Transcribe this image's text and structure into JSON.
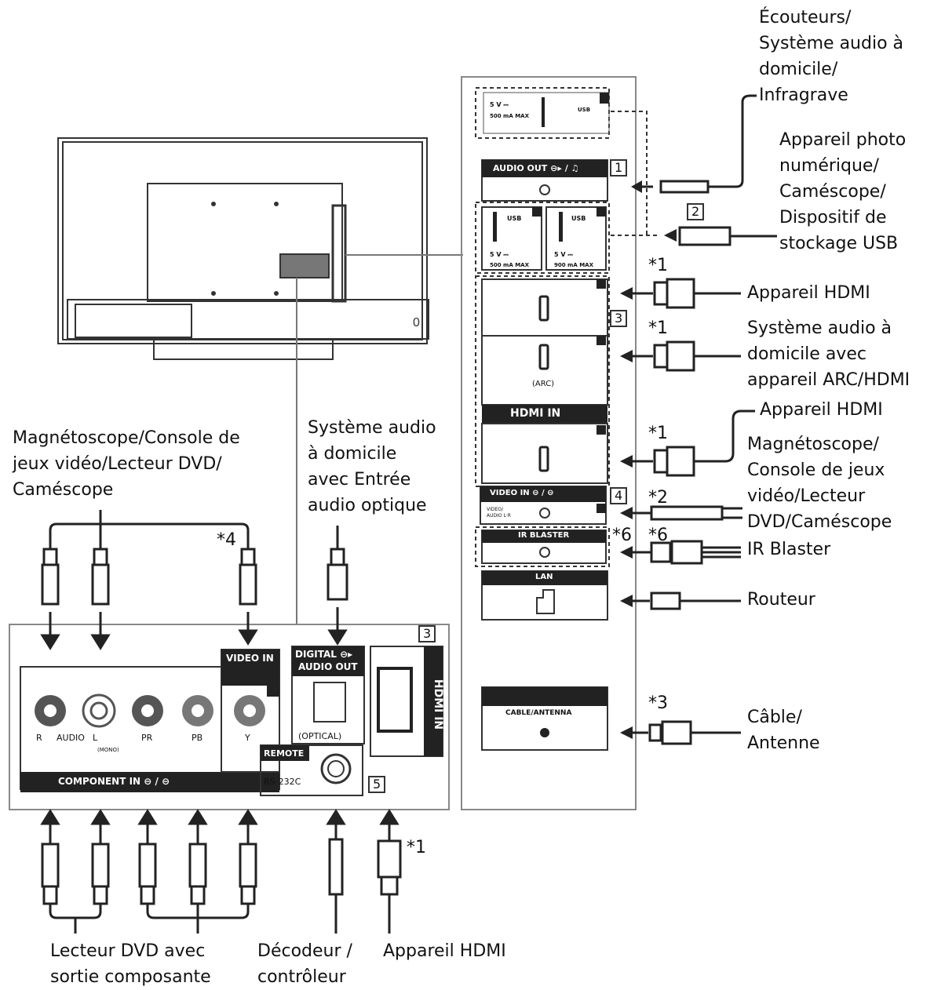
{
  "devices": {
    "headphones": [
      "Écouteurs/",
      "Système audio à",
      "domicile/",
      "Infragrave"
    ],
    "usb_devices": [
      "Appareil photo",
      "numérique/",
      "Caméscope/",
      "Dispositif de",
      "stockage USB"
    ],
    "hdmi_device_1": "Appareil HDMI",
    "arc_system": [
      "Système audio à",
      "domicile avec",
      "appareil ARC/HDMI"
    ],
    "hdmi_device_2": "Appareil HDMI",
    "video_devices_right": [
      "Magnétoscope/",
      "Console de jeux",
      "vidéo/Lecteur",
      "DVD/Caméscope"
    ],
    "ir_blaster": "IR Blaster",
    "router": "Routeur",
    "antenna": [
      "Câble/",
      "Antenne"
    ],
    "video_devices_left": [
      "Magnétoscope/Console de",
      "jeux vidéo/Lecteur DVD/",
      "Caméscope"
    ],
    "optical_system": [
      "Système audio",
      "à domicile",
      "avec Entrée",
      "audio optique"
    ],
    "dvd_component": [
      "Lecteur DVD avec",
      "sortie composante"
    ],
    "decoder": [
      "Décodeur /",
      "contrôleur"
    ],
    "hdmi_bottom": "Appareil HDMI"
  },
  "footnotes": {
    "n1": "*1",
    "n2": "*2",
    "n3": "*3",
    "n4": "*4",
    "n6": "*6"
  },
  "port_numbers": {
    "p1": "1",
    "p2": "2",
    "p3": "3",
    "p4": "4",
    "p5": "5"
  },
  "right_panel": {
    "usb1_power": "5 V ⎓",
    "usb1_current": "500 mA MAX",
    "usb1_label": "USB",
    "audio_out": "AUDIO OUT ⊖▸ / ♫",
    "usb2_label": "USB",
    "usb2_current": "500 mA MAX",
    "usb3_label": "USB",
    "usb3_current": "900 mA MAX",
    "usb_power": "5 V ⎓",
    "arc": "(ARC)",
    "hdmi_in": "HDMI IN",
    "video_in": "VIDEO IN ⊖ / ⊖",
    "video_in_sub": "VIDEO/ AUDIO L·R",
    "ir_blaster": "IR BLASTER",
    "lan": "LAN",
    "cable_antenna": "CABLE/ANTENNA"
  },
  "bottom_panel": {
    "video_in": "VIDEO IN",
    "digital_audio_out_1": "DIGITAL ⊖▸",
    "digital_audio_out_2": "AUDIO OUT",
    "optical": "(OPTICAL)",
    "component_in": "COMPONENT IN  ⊖ / ⊖",
    "audio_r": "R",
    "audio": "AUDIO",
    "audio_l": "L",
    "mono": "(MONO)",
    "pr": "PR",
    "pb": "PB",
    "y": "Y",
    "remote": "REMOTE",
    "rs232c": "RS-232C",
    "hdmi_in": "HDMI IN"
  }
}
